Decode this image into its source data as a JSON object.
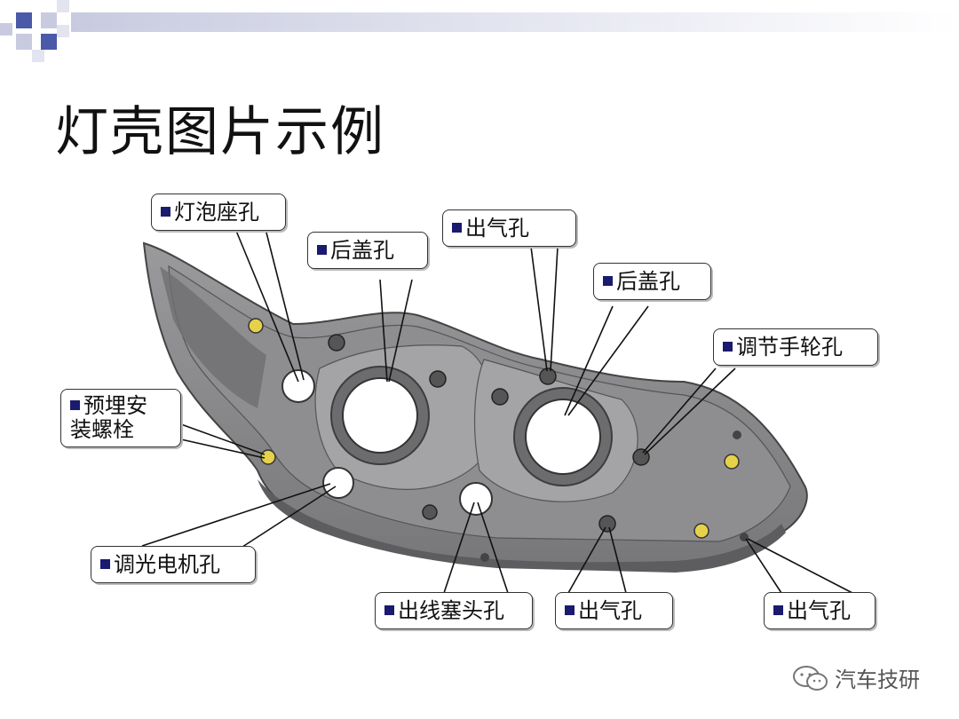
{
  "slide": {
    "title": "灯壳图片示例"
  },
  "callouts": [
    {
      "id": "bulb-socket-hole",
      "label": "灯泡座孔"
    },
    {
      "id": "rear-cover-hole-left",
      "label": "后盖孔"
    },
    {
      "id": "vent-hole-top",
      "label": "出气孔"
    },
    {
      "id": "rear-cover-hole-right",
      "label": "后盖孔"
    },
    {
      "id": "adjust-wheel-hole",
      "label": "调节手轮孔"
    },
    {
      "id": "embedded-bolt",
      "label_line1": "预埋安",
      "label_line2": "装螺栓"
    },
    {
      "id": "dimming-motor-hole",
      "label": "调光电机孔"
    },
    {
      "id": "wire-plug-hole",
      "label": "出线塞头孔"
    },
    {
      "id": "vent-hole-bottom-middle",
      "label": "出气孔"
    },
    {
      "id": "vent-hole-bottom-right",
      "label": "出气孔"
    }
  ],
  "watermark": {
    "text": "汽车技研"
  },
  "colors": {
    "bullet": "#1a1a6e",
    "housing": "#8a8a8c",
    "deco_blue": "#4a5aa8"
  }
}
